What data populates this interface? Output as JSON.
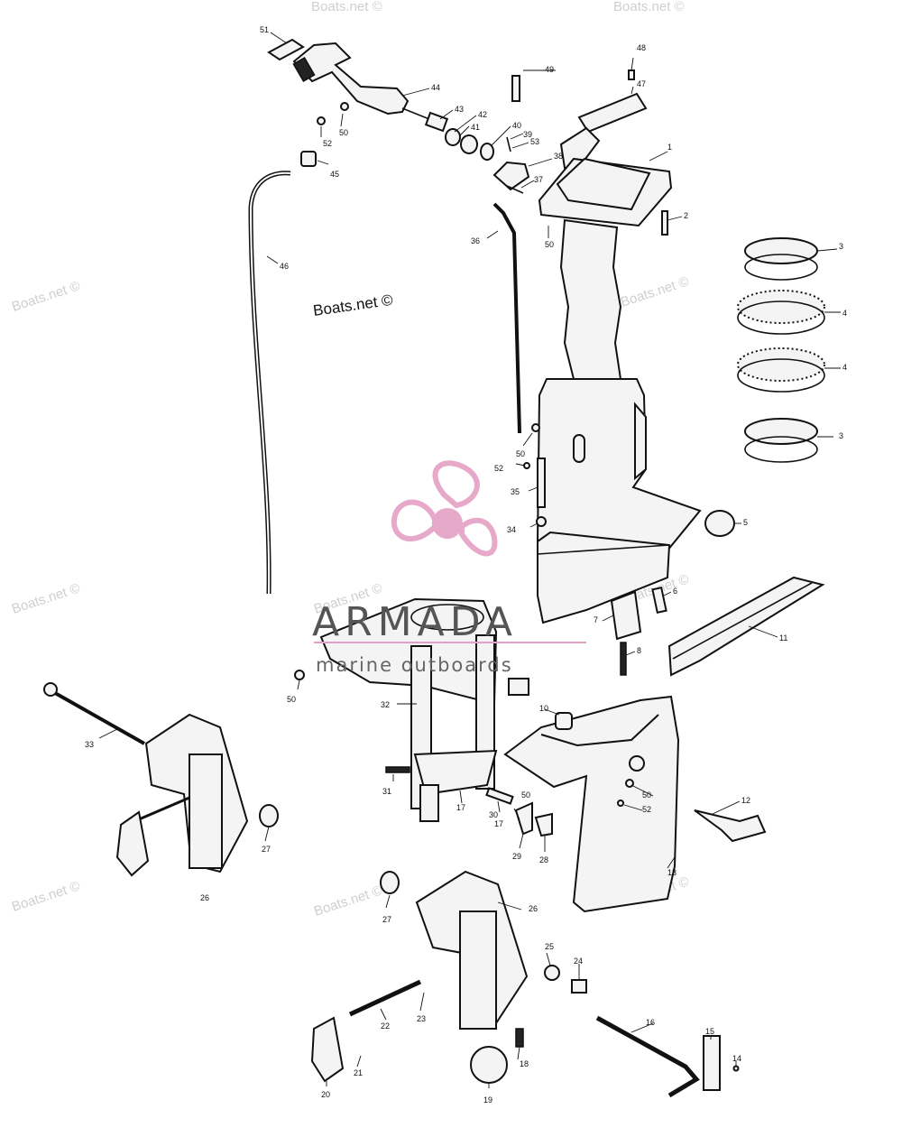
{
  "watermarks": {
    "corner_text": "Boats.net ©",
    "center_text": "Boats.net ©"
  },
  "brand": {
    "name": "ARMADA",
    "tagline": "marine outboards",
    "accent_color": "#e4a0c4",
    "text_color": "#555555"
  },
  "callouts": {
    "c1": "1",
    "c2": "2",
    "c3a": "3",
    "c3b": "3",
    "c4a": "4",
    "c4b": "4",
    "c5": "5",
    "c6": "6",
    "c7": "7",
    "c8": "8",
    "c10": "10",
    "c11": "11",
    "c12": "12",
    "c13": "13",
    "c14": "14",
    "c15": "15",
    "c16": "16",
    "c17a": "17",
    "c17b": "17",
    "c18": "18",
    "c19": "19",
    "c20": "20",
    "c21": "21",
    "c22": "22",
    "c23": "23",
    "c24": "24",
    "c25": "25",
    "c26a": "26",
    "c26b": "26",
    "c27a": "27",
    "c27b": "27",
    "c28": "28",
    "c29": "29",
    "c30": "30",
    "c31": "31",
    "c32": "32",
    "c33": "33",
    "c34": "34",
    "c35": "35",
    "c36": "36",
    "c37": "37",
    "c38": "38",
    "c39": "39",
    "c40": "40",
    "c41": "41",
    "c42": "42",
    "c43": "43",
    "c44": "44",
    "c45": "45",
    "c46": "46",
    "c47": "47",
    "c48": "48",
    "c49": "49",
    "c50a": "50",
    "c50b": "50",
    "c50c": "50",
    "c50d": "50",
    "c50e": "50",
    "c50f": "50",
    "c51": "51",
    "c52a": "52",
    "c52b": "52",
    "c52c": "52",
    "c53": "53"
  }
}
